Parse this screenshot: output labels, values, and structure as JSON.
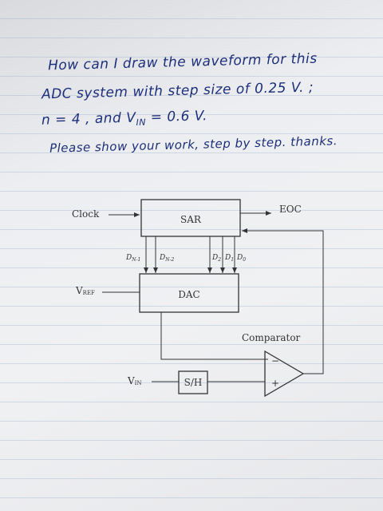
{
  "question": {
    "line1": "How can I draw the waveform for this",
    "line2": "ADC system with step size of 0.25 V. ;",
    "line3": "n = 4 , and  V",
    "line3_sub": "IN",
    "line3_tail": " = 0.6 V.",
    "line4": "Please show your work, step by step. thanks."
  },
  "diagram": {
    "clock": "Clock",
    "sar": "SAR",
    "eoc": "EOC",
    "dn1": "D",
    "dn1_sub": "N-1",
    "dn2": "D",
    "dn2_sub": "N-2",
    "d2": "D",
    "d2_sub": "2",
    "d1": "D",
    "d1_sub": "1",
    "d0": "D",
    "d0_sub": "0",
    "vref": "V",
    "vref_sub": "REF",
    "dac": "DAC",
    "comparator": "Comparator",
    "vin": "V",
    "vin_sub": "IN",
    "sh": "S/H",
    "minus": "−",
    "plus": "+"
  }
}
